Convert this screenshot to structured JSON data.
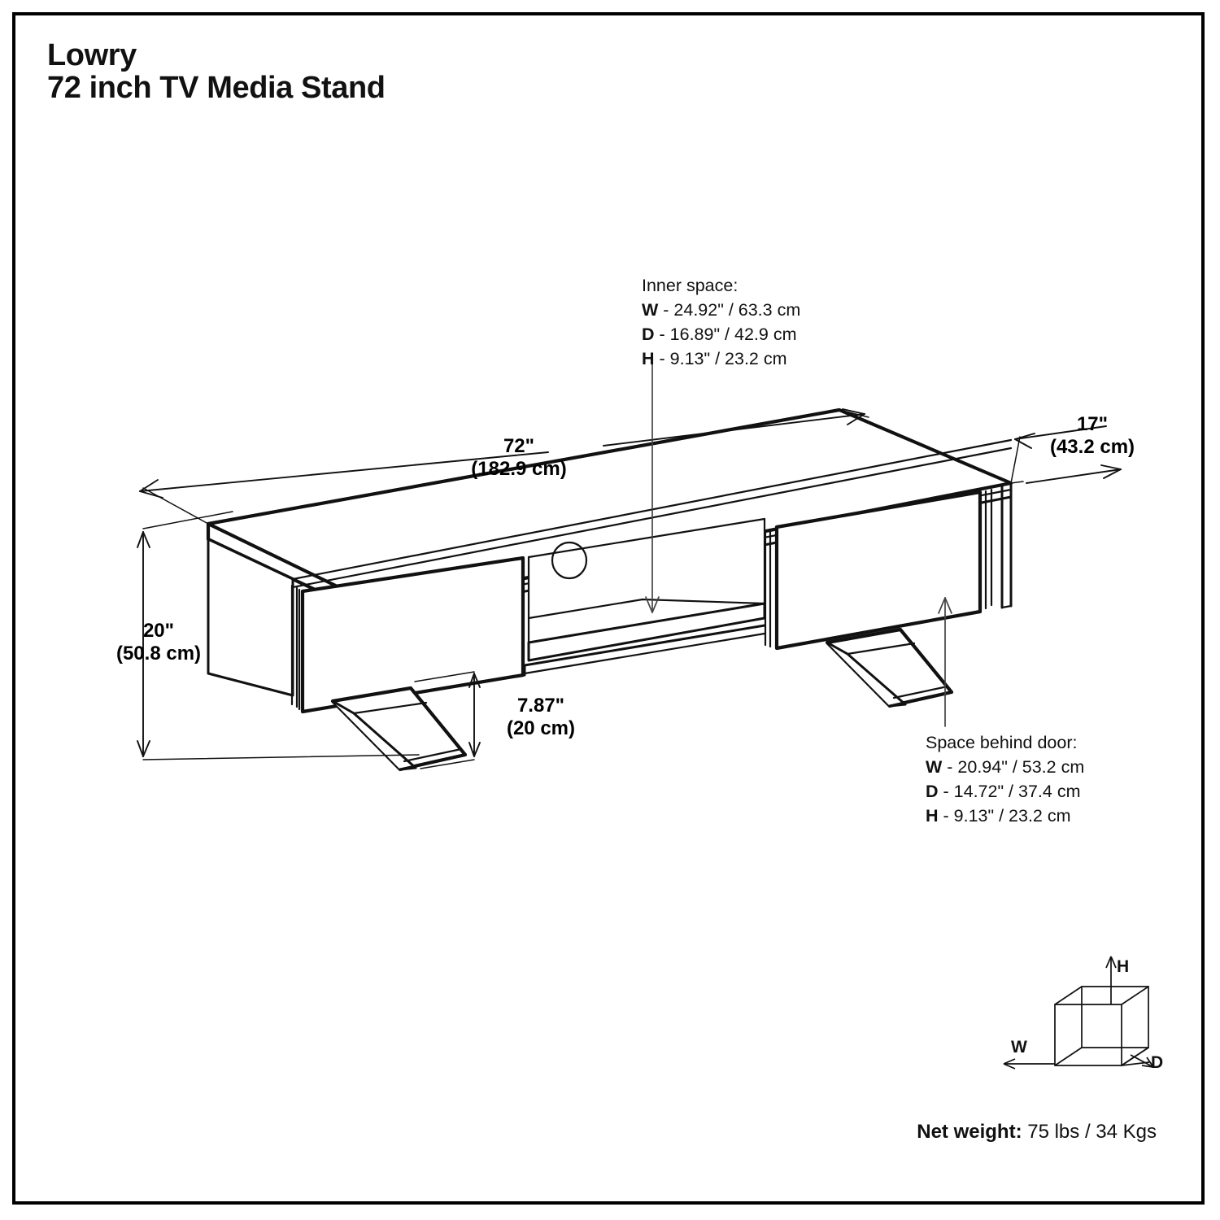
{
  "sheet": {
    "title_line1": "Lowry",
    "title_line2": "72 inch TV Media Stand"
  },
  "dimensions": {
    "width": {
      "imperial": "72\"",
      "metric": "(182.9 cm)"
    },
    "depth": {
      "imperial": "17\"",
      "metric": "(43.2 cm)"
    },
    "height": {
      "imperial": "20\"",
      "metric": "(50.8 cm)"
    },
    "clearance": {
      "imperial": "7.87\"",
      "metric": "(20 cm)"
    }
  },
  "callouts": {
    "inner_space": {
      "heading": "Inner space:",
      "rows": [
        {
          "key": "W",
          "value": "- 24.92\" / 63.3 cm"
        },
        {
          "key": "D",
          "value": "- 16.89\" / 42.9 cm"
        },
        {
          "key": "H",
          "value": "- 9.13\" / 23.2 cm"
        }
      ]
    },
    "space_behind_door": {
      "heading": "Space behind door:",
      "rows": [
        {
          "key": "W",
          "value": "- 20.94\" / 53.2 cm"
        },
        {
          "key": "D",
          "value": "- 14.72\" / 37.4 cm"
        },
        {
          "key": "H",
          "value": "- 9.13\" / 23.2 cm"
        }
      ]
    }
  },
  "legend": {
    "w_label": "W",
    "h_label": "H",
    "d_label": "D"
  },
  "footer": {
    "net_weight_label": "Net weight:",
    "net_weight_value": " 75 lbs / 34 Kgs"
  }
}
